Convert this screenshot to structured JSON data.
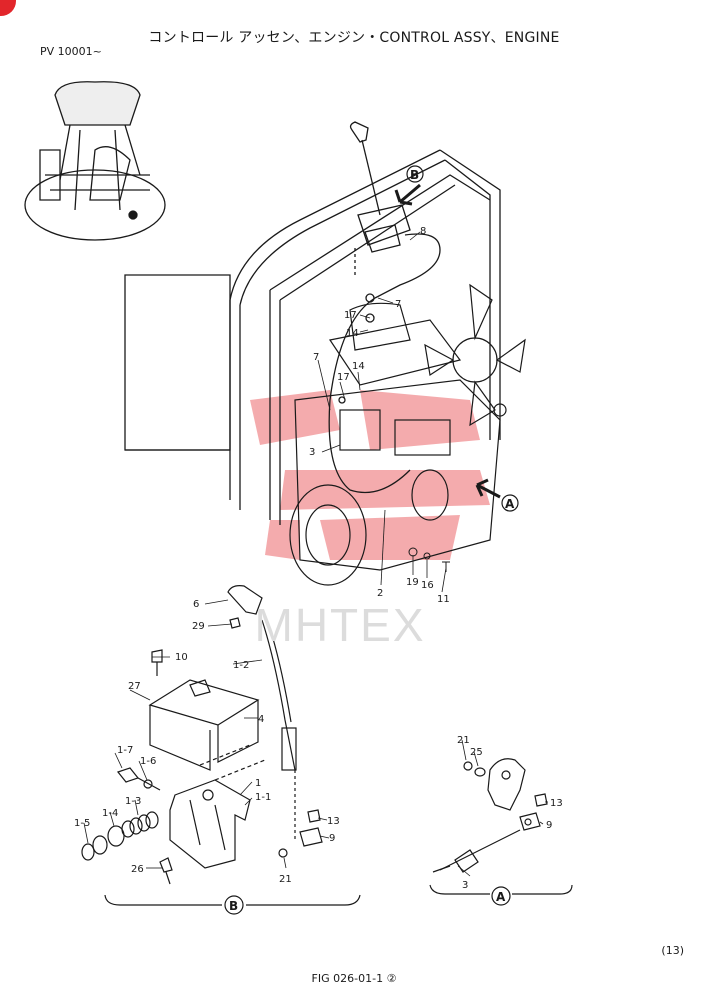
{
  "header": {
    "title": "コントロール アッセン、エンジン・CONTROL ASSY、ENGINE",
    "serial": "PV 10001~"
  },
  "watermark": "MHTEX",
  "footer": {
    "page": "(13)",
    "figure": "FIG 026-01-1 ②"
  },
  "views": {
    "detail_b": "B",
    "detail_a": "A"
  },
  "callouts": {
    "c8": "8",
    "c7a": "7",
    "c17a": "17",
    "c14a": "14",
    "c7b": "7",
    "c17b": "17",
    "c14b": "14",
    "c3a": "3",
    "c2": "2",
    "c19": "19",
    "c16": "16",
    "c11": "11",
    "c6": "6",
    "c29": "29",
    "c12": "1-2",
    "c10": "10",
    "c27": "27",
    "c4": "4",
    "c17": "1-7",
    "c16b": "1-6",
    "c1": "1",
    "c11b": "1-1",
    "c13": "1-3",
    "c14": "1-4",
    "c15": "1-5",
    "c26": "26",
    "c13b": "13",
    "c9": "9",
    "c21a": "21",
    "c21b": "21",
    "c25": "25",
    "c13c": "13",
    "c9b": "9",
    "c3b": "3"
  },
  "colors": {
    "ink": "#1a1a1a",
    "watermark_red": "#e8474c",
    "corner_mark": "#e2262b"
  }
}
